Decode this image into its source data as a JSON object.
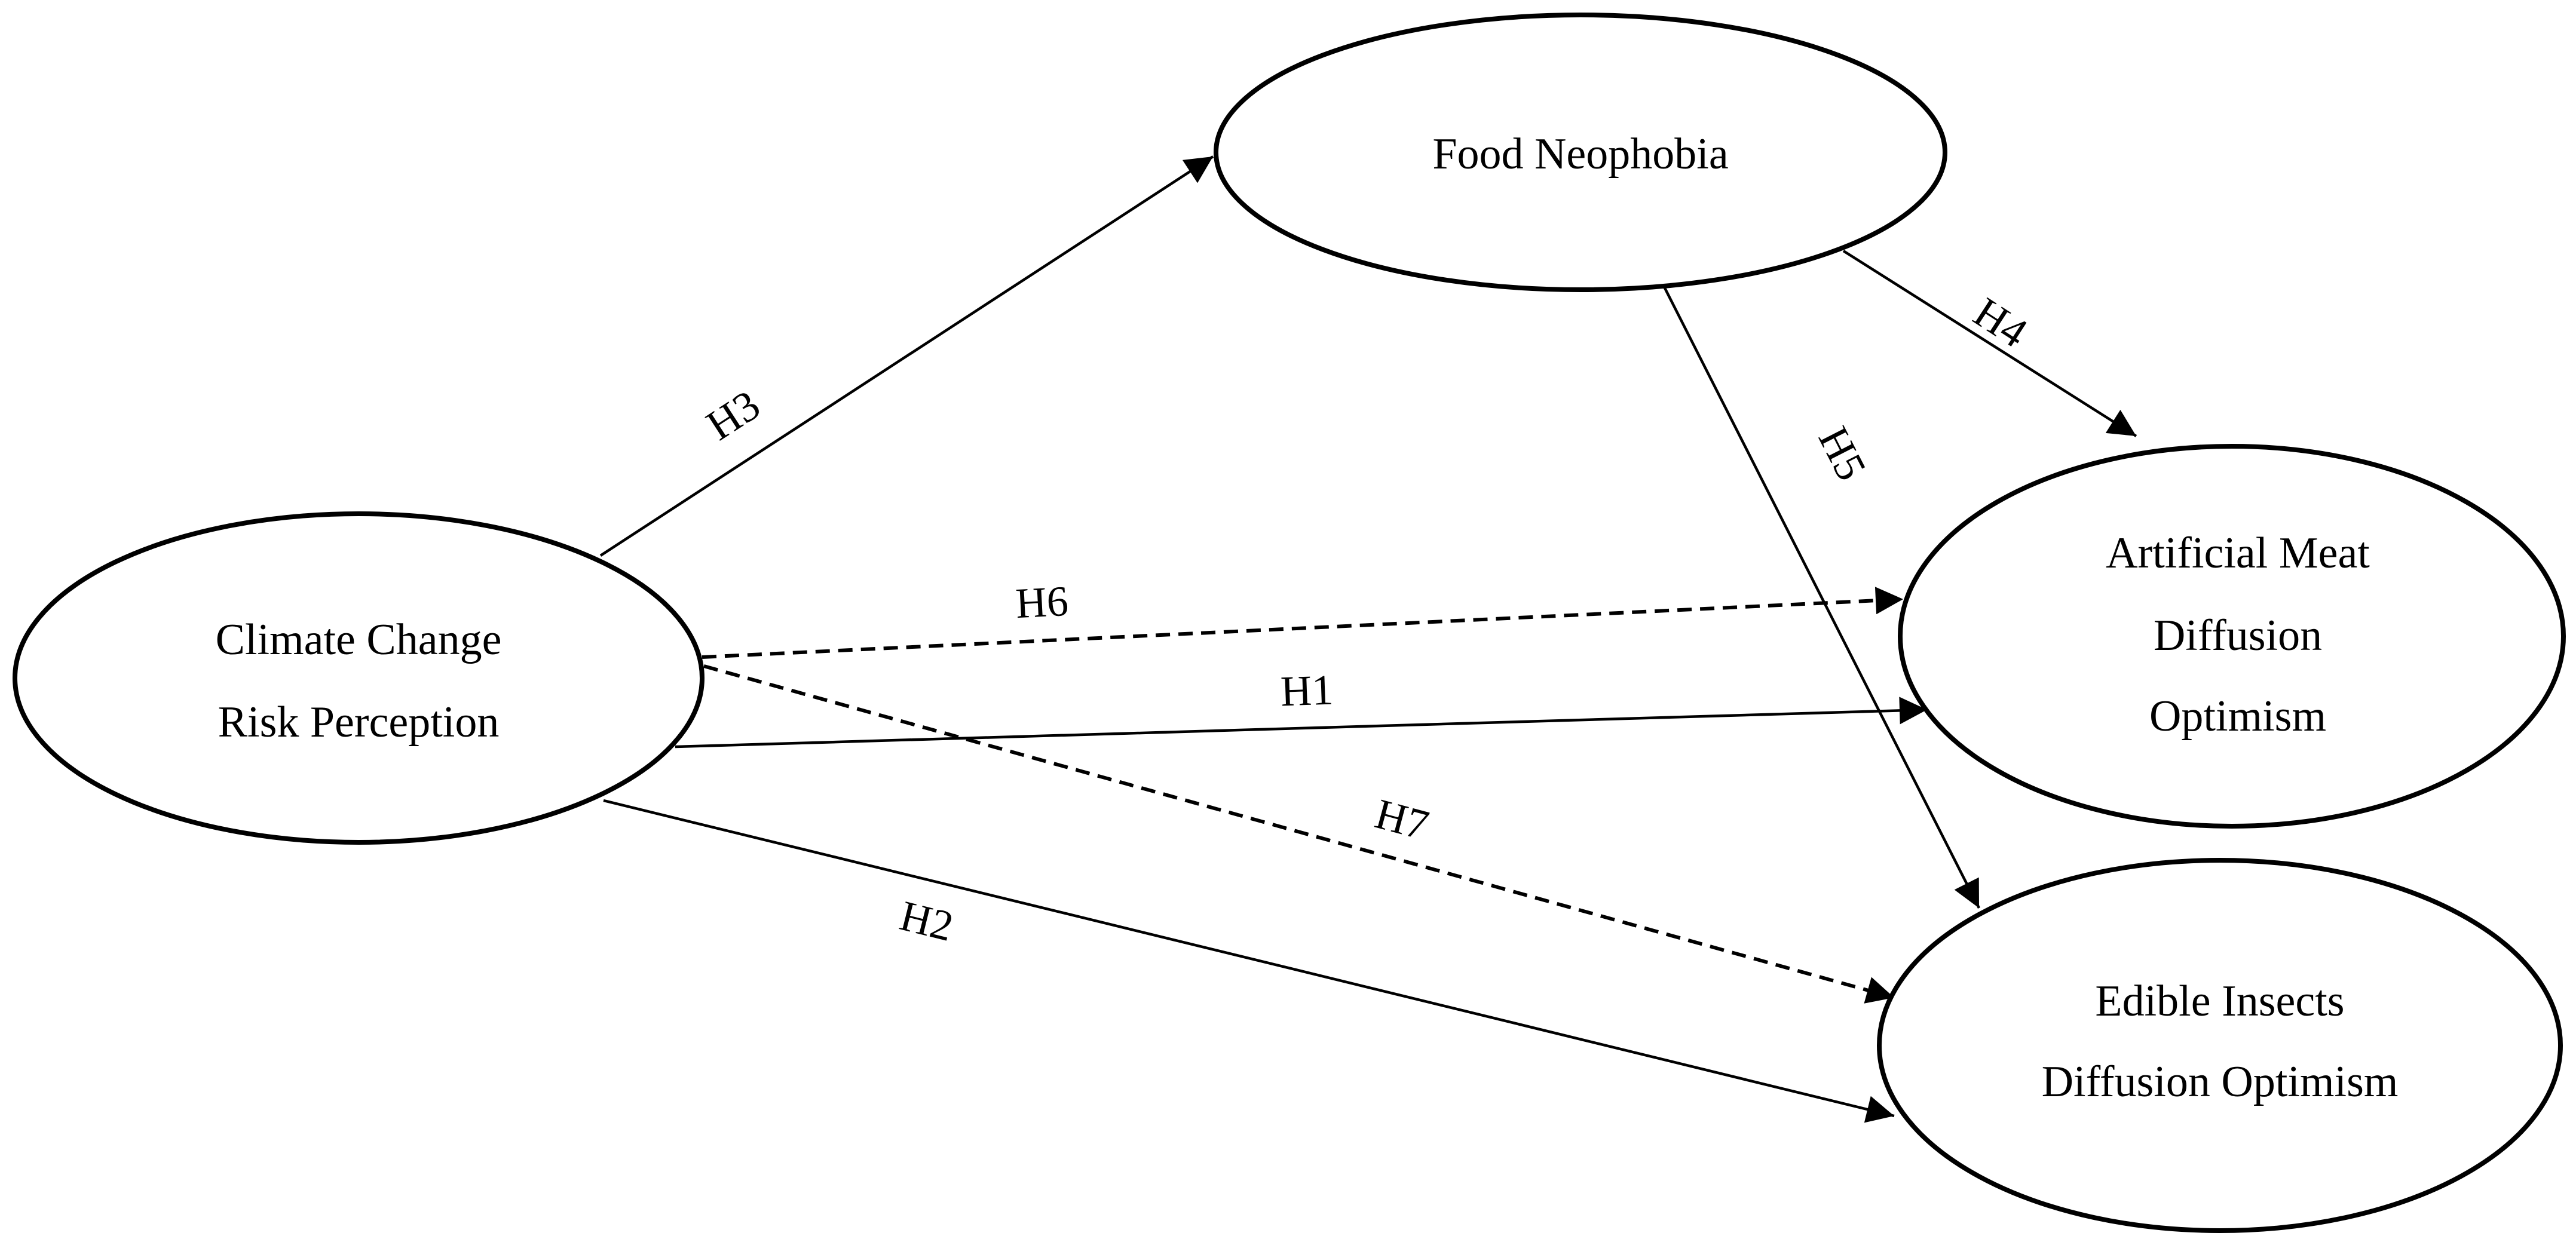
{
  "diagram": {
    "nodes": {
      "climate": {
        "lines": [
          "Climate Change",
          "Risk Perception"
        ]
      },
      "neophobia": {
        "lines": [
          "Food Neophobia"
        ]
      },
      "meat": {
        "lines": [
          "Artificial Meat",
          "Diffusion",
          "Optimism"
        ]
      },
      "insects": {
        "lines": [
          "Edible Insects",
          "Diffusion Optimism"
        ]
      }
    },
    "edges": {
      "h1": {
        "label": "H1",
        "from": "climate",
        "to": "meat",
        "style": "solid"
      },
      "h2": {
        "label": "H2",
        "from": "climate",
        "to": "insects",
        "style": "solid"
      },
      "h3": {
        "label": "H3",
        "from": "climate",
        "to": "neophobia",
        "style": "solid"
      },
      "h4": {
        "label": "H4",
        "from": "neophobia",
        "to": "meat",
        "style": "solid"
      },
      "h5": {
        "label": "H5",
        "from": "neophobia",
        "to": "insects",
        "style": "solid"
      },
      "h6": {
        "label": "H6",
        "from": "climate",
        "to": "meat",
        "style": "dashed"
      },
      "h7": {
        "label": "H7",
        "from": "climate",
        "to": "insects",
        "style": "dashed"
      }
    }
  }
}
